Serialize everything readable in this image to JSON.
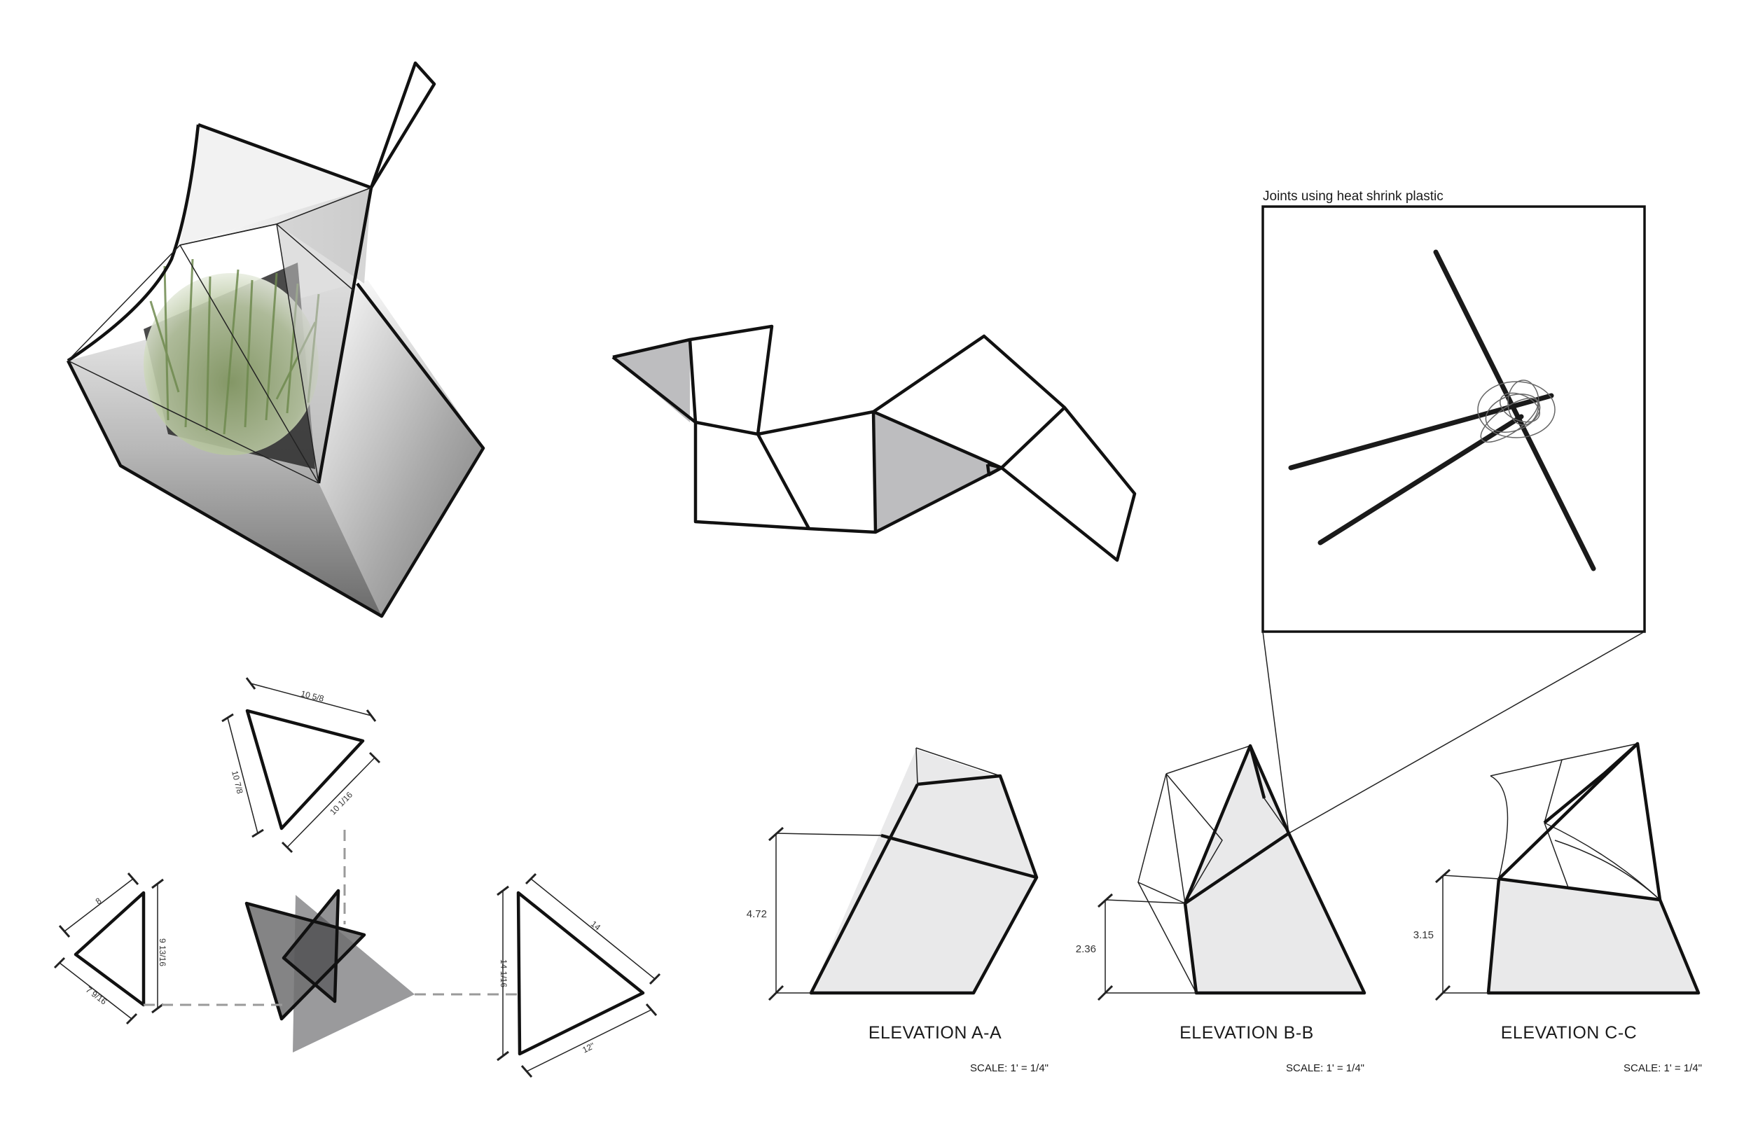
{
  "detail": {
    "label": "Joints using heat shrink plastic"
  },
  "elevations": [
    {
      "title": "ELEVATION A-A",
      "scale": "SCALE: 1' = 1/4\"",
      "height_dim": "4.72"
    },
    {
      "title": "ELEVATION B-B",
      "scale": "SCALE: 1' = 1/4\"",
      "height_dim": "2.36"
    },
    {
      "title": "ELEVATION C-C",
      "scale": "SCALE: 1' = 1/4\"",
      "height_dim": "3.15"
    }
  ],
  "panels": {
    "top": {
      "top": "10 5/8",
      "left": "10 7/8",
      "right": "10 1/16"
    },
    "left": {
      "top": "8",
      "right": "9 13/16",
      "bottom": "7 9/16"
    },
    "right": {
      "left": "14 1/16",
      "top": "14",
      "bottom": "12\""
    }
  },
  "colors": {
    "line": "#111111",
    "elevation_fill": "#e9e9ea",
    "net_shade": "#bdbdbf",
    "overlay_dark": "#6e6e70",
    "overlay_light": "#9a9a9c"
  }
}
